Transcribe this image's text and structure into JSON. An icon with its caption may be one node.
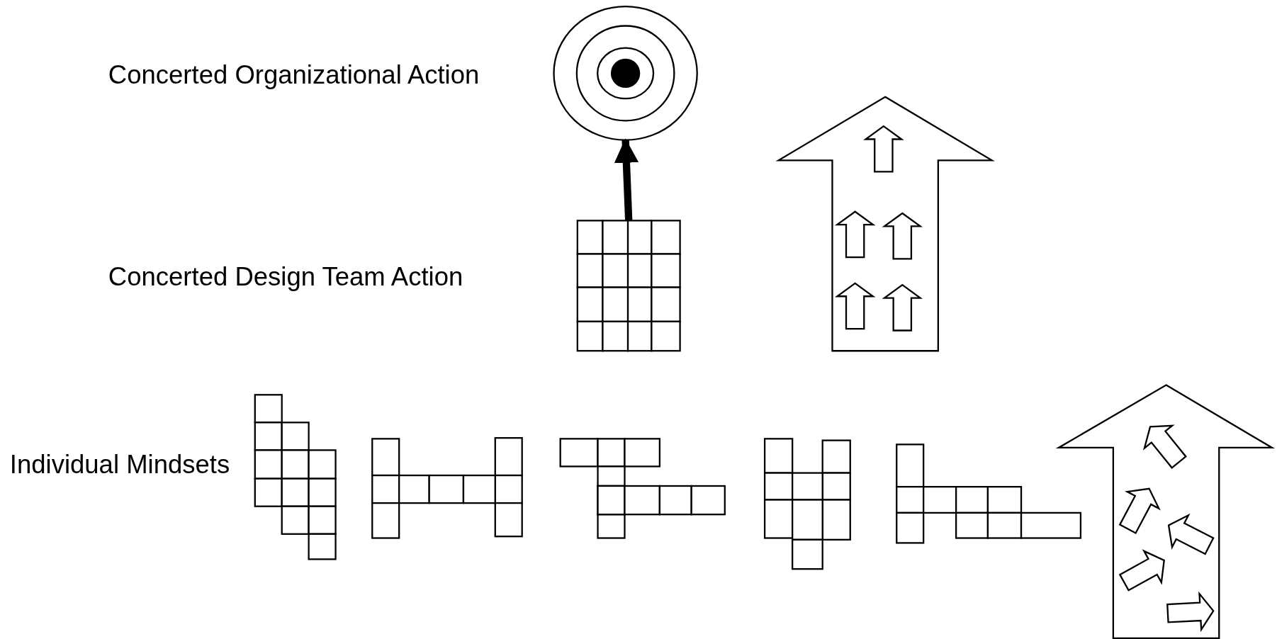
{
  "diagram": {
    "nodes": [
      {
        "text": [],
        "shape": "circle"
      },
      {
        "text": [],
        "shape": "box"
      }
    ],
    "edges": [
      {
        "from": 1,
        "to": 0,
        "arrow": "to"
      }
    ],
    "labels": [
      "Concerted Organizational Action",
      "Concerted Design Team Action",
      "Individual Mindsets"
    ]
  }
}
